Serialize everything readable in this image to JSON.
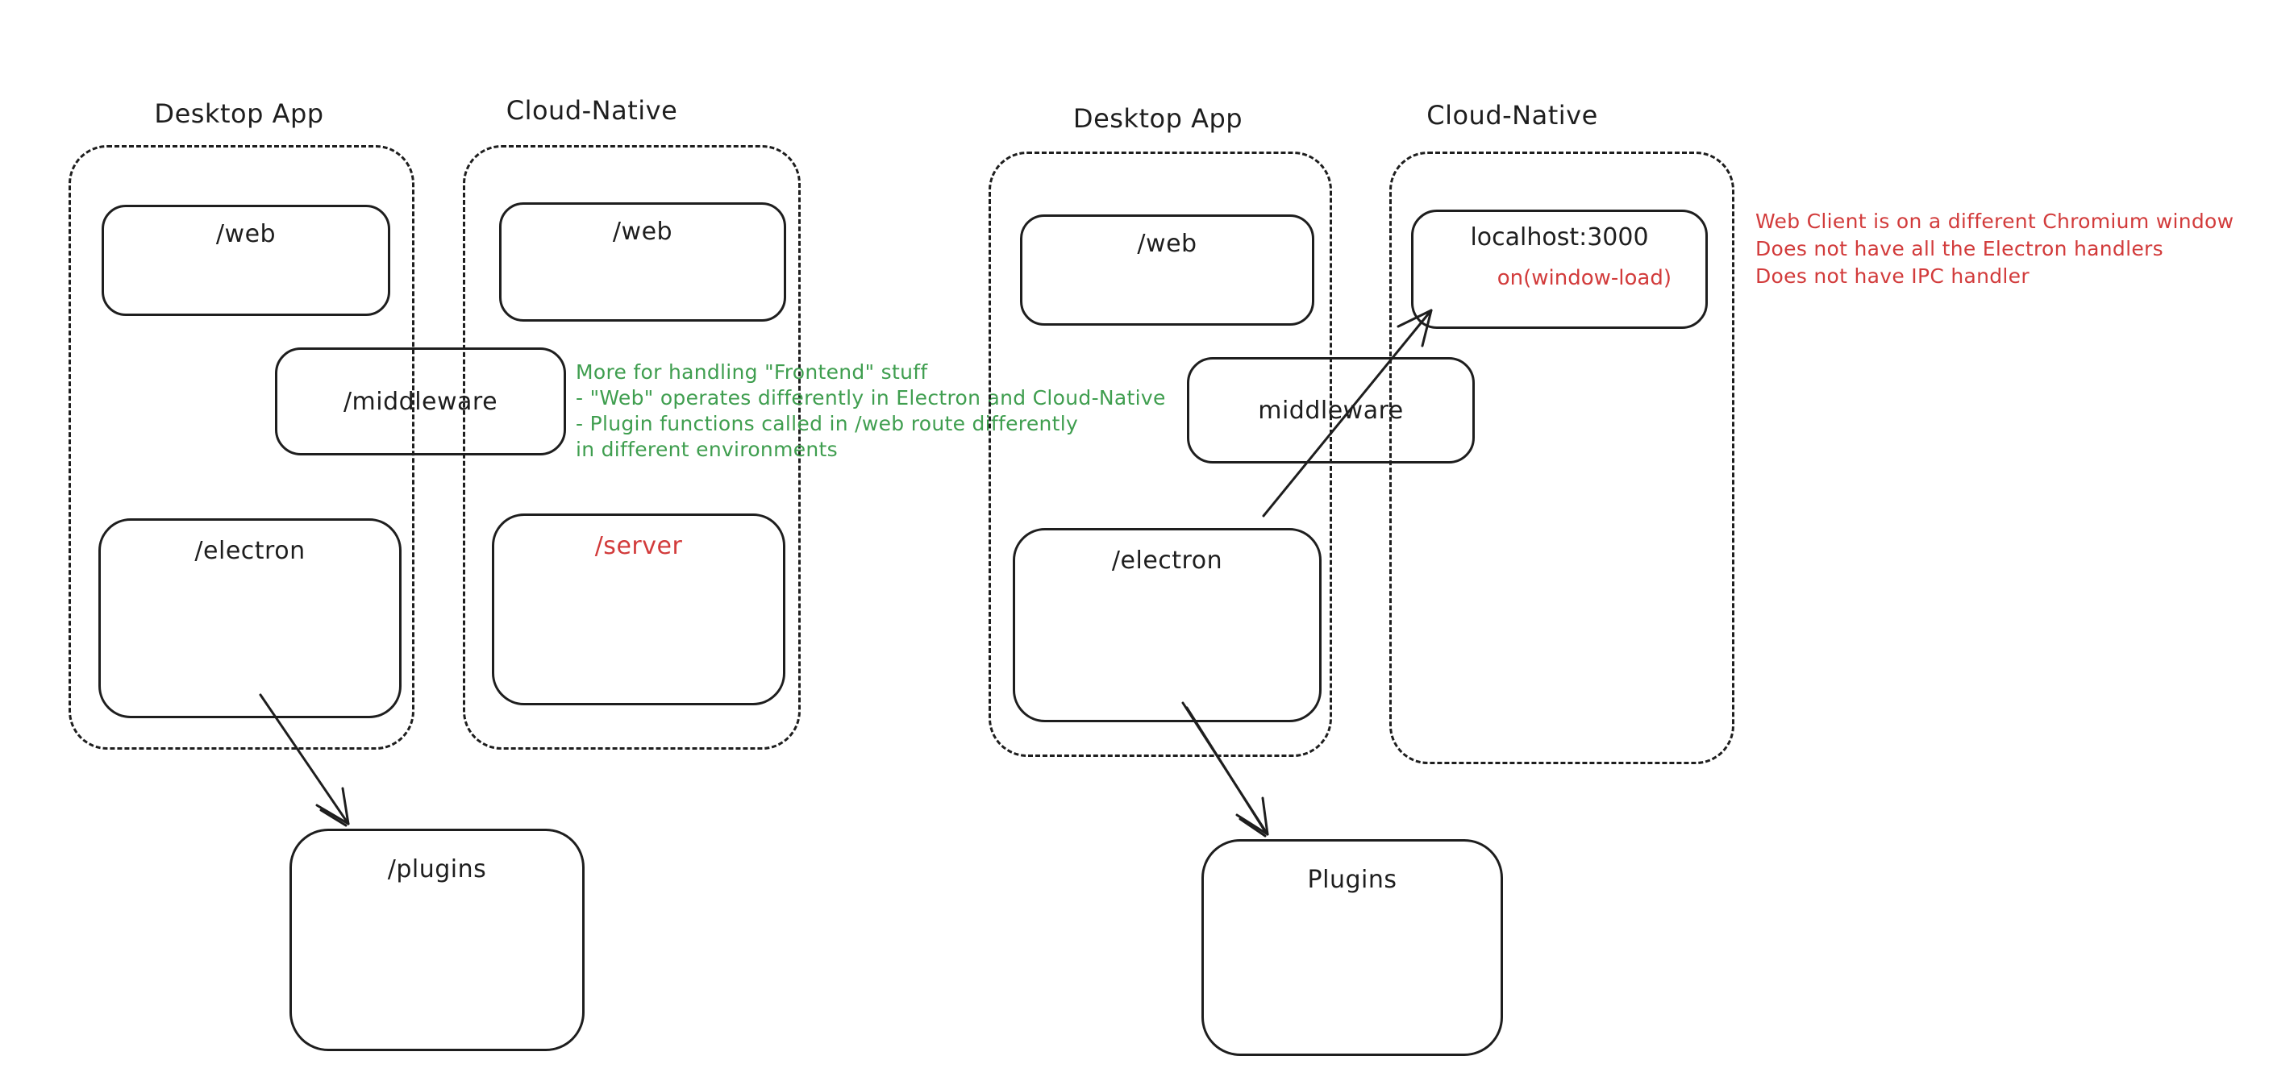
{
  "colors": {
    "ink": "#1e1e1e",
    "green": "#3f9e4f",
    "red": "#d23b3b",
    "background": "#ffffff"
  },
  "left": {
    "desktop_title": "Desktop App",
    "cloud_title": "Cloud-Native",
    "web_desktop": "/web",
    "web_cloud": "/web",
    "middleware": "/middleware",
    "electron": "/electron",
    "server": "/server",
    "plugins": "/plugins",
    "note": {
      "line1": "More for handling \"Frontend\" stuff",
      "line2": "- \"Web\" operates differently in Electron and Cloud-Native",
      "line3": "- Plugin functions called in /web route differently",
      "line4": "in different environments"
    }
  },
  "right": {
    "desktop_title": "Desktop App",
    "cloud_title": "Cloud-Native",
    "web": "/web",
    "middleware": "middleware",
    "electron": "/electron",
    "localhost": "localhost:3000",
    "window_load": "on(window-load)",
    "plugins": "Plugins",
    "note": {
      "line1": "Web Client is on a different Chromium window",
      "line2": "Does not have all the Electron handlers",
      "line3": "Does not have IPC handler"
    }
  }
}
